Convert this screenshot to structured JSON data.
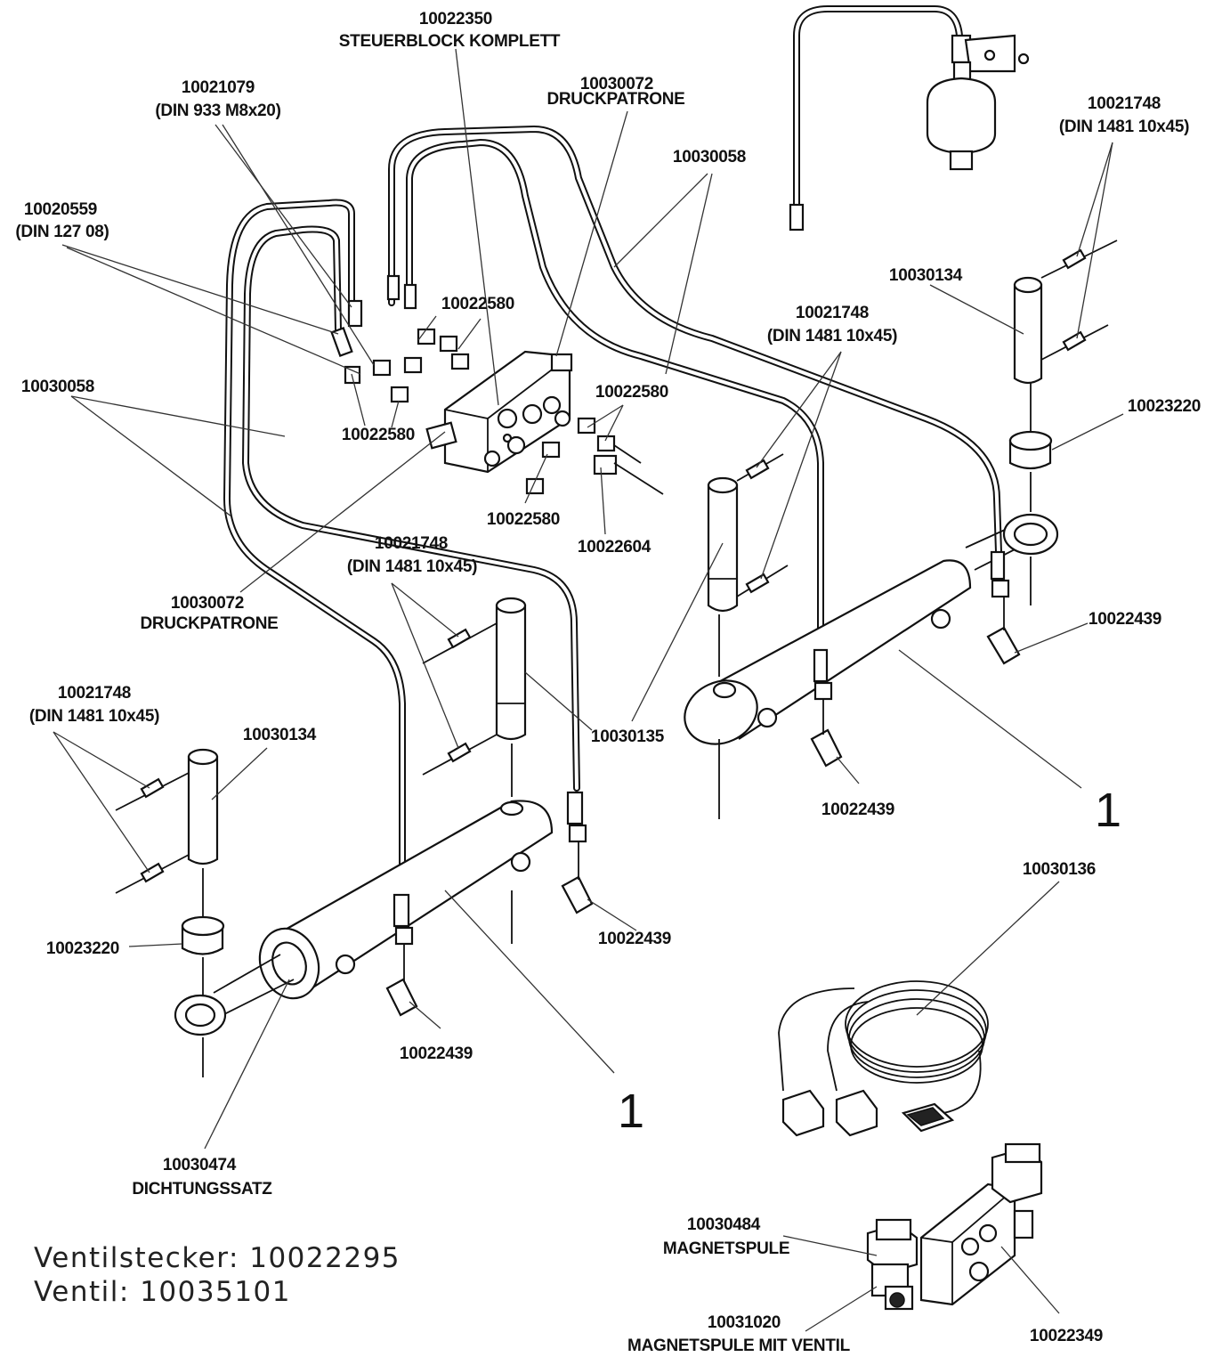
{
  "labels": {
    "steuerblock_num": "10022350",
    "steuerblock_name": "STEUERBLOCK KOMPLETT",
    "druckpatrone_top_num": "10030072",
    "druckpatrone_top_name": "DRUCKPATRONE",
    "din933_num": "10021079",
    "din933_name": "(DIN 933 M8x20)",
    "din127_num": "10020559",
    "din127_name": "(DIN 127 08)",
    "hose_right_num": "10030058",
    "hose_left_num": "10030058",
    "fitting_top": "10022580",
    "fitting_left": "10022580",
    "fitting_right": "10022580",
    "fitting_bottom": "10022580",
    "fitting_10022604": "10022604",
    "druckpatrone_bottom_num": "10030072",
    "druckpatrone_bottom_name": "DRUCKPATRONE",
    "pin_mid_num": "10021748",
    "pin_mid_name": "(DIN 1481 10x45)",
    "pin_right_mid_num": "10021748",
    "pin_right_mid_name": "(DIN 1481 10x45)",
    "pin_topright_num": "10021748",
    "pin_topright_name": "(DIN 1481 10x45)",
    "pin_left_num": "10021748",
    "pin_left_name": "(DIN 1481 10x45)",
    "bolt_right": "10030134",
    "bolt_left": "10030134",
    "bearing_right": "10023220",
    "bearing_left": "10023220",
    "elbow_right_top": "10022439",
    "elbow_right_mid": "10022439",
    "elbow_left_top": "10022439",
    "elbow_left_bottom": "10022439",
    "bolt_center": "10030135",
    "cylinder_right": "1",
    "cylinder_left": "1",
    "seal_num": "10030474",
    "seal_name": "DICHTUNGSSATZ",
    "cable": "10030136",
    "coil_num": "10030484",
    "coil_name": "MAGNETSPULE",
    "coil_valve_num": "10031020",
    "coil_valve_name": "MAGNETSPULE MIT VENTIL",
    "valve_block": "10022349"
  },
  "notes": {
    "plug": "Ventilstecker: 10022295",
    "valve": "Ventil: 10035101"
  }
}
